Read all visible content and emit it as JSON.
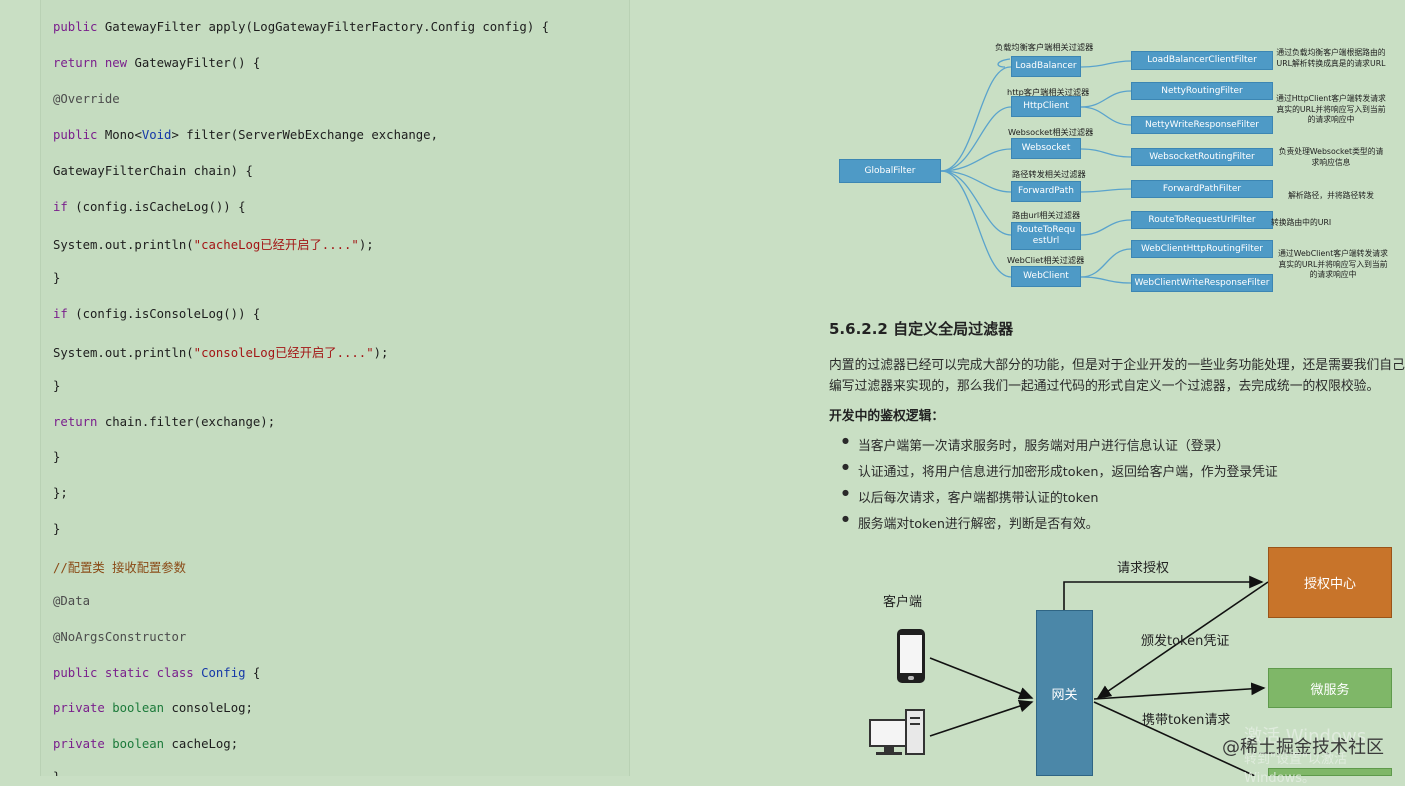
{
  "code": {
    "lines": [
      "public GatewayFilter apply(LogGatewayFilterFactory.Config config) {",
      "return new GatewayFilter() {",
      "@Override",
      "public Mono<Void> filter(ServerWebExchange exchange,",
      "GatewayFilterChain chain) {",
      "if (config.isCacheLog()) {",
      "System.out.println(\"cacheLog已经开启了....\");",
      "}",
      "if (config.isConsoleLog()) {",
      "System.out.println(\"consoleLog已经开启了....\");",
      "}",
      "return chain.filter(exchange);",
      "}",
      "};",
      "}",
      "//配置类 接收配置参数",
      "@Data",
      "@NoArgsConstructor",
      "public static class Config {",
      "private boolean consoleLog;",
      "private boolean cacheLog;",
      "}"
    ]
  },
  "tree": {
    "root": "GlobalFilter",
    "groups": [
      {
        "caption": "负载均衡客户端相关过滤器",
        "node": "LoadBalancer",
        "filters": [
          "LoadBalancerClientFilter"
        ],
        "desc": "通过负载均衡客户端根据路由的URL解析转换成真是的请求URL"
      },
      {
        "caption": "http客户端相关过滤器",
        "node": "HttpClient",
        "filters": [
          "NettyRoutingFilter",
          "NettyWriteResponseFilter"
        ],
        "desc": "通过HttpClient客户端转发请求真实的URL并将响应写入到当前的请求响应中"
      },
      {
        "caption": "Websocket相关过滤器",
        "node": "Websocket",
        "filters": [
          "WebsocketRoutingFilter"
        ],
        "desc": "负责处理Websocket类型的请求响应信息"
      },
      {
        "caption": "路径转发相关过滤器",
        "node": "ForwardPath",
        "filters": [
          "ForwardPathFilter"
        ],
        "desc": "解析路径，并将路径转发"
      },
      {
        "caption": "路由url相关过滤器",
        "node": "RouteToRequestUrl",
        "node_display": "RouteToRequ\nestUrl",
        "filters": [
          "RouteToRequestUrlFilter"
        ],
        "desc": "转换路由中的URI"
      },
      {
        "caption": "WebCliet相关过滤器",
        "node": "WebClient",
        "filters": [
          "WebClientHttpRoutingFilter",
          "WebClientWriteResponseFilter"
        ],
        "desc": "通过WebClient客户端转发请求真实的URL并将响应写入到当前的请求响应中"
      }
    ]
  },
  "section": {
    "title": "5.6.2.2 自定义全局过滤器",
    "para_line1": "内置的过滤器已经可以完成大部分的功能，但是对于企业开发的一些业务功能处理，还是需要我们自己",
    "para_line2": "编写过滤器来实现的，那么我们一起通过代码的形式自定义一个过滤器，去完成统一的权限校验。",
    "logic_heading": "开发中的鉴权逻辑：",
    "bullets": [
      "当客户端第一次请求服务时，服务端对用户进行信息认证（登录）",
      "认证通过，将用户信息进行加密形成token，返回给客户端，作为登录凭证",
      "以后每次请求，客户端都携带认证的token",
      "服务端对token进行解密，判断是否有效。"
    ]
  },
  "arch": {
    "client_label": "客户端",
    "gateway_label": "网关",
    "auth_center": "授权中心",
    "microservice": "微服务",
    "request_auth": "请求授权",
    "issue_token": "颁发token凭证",
    "carry_token": "携带token请求",
    "colors": {
      "gateway": "#4b87a8",
      "auth": "#c8742a",
      "micro": "#7fb768"
    }
  },
  "watermark": {
    "activate": "激活 Windows",
    "activate_sub": "转到\"设置\"以激活 Windows。",
    "community": "@稀土掘金技术社区"
  }
}
